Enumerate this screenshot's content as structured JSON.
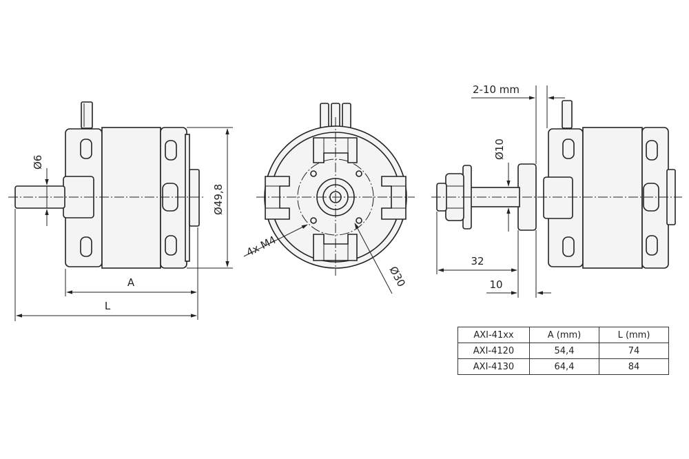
{
  "labels": {
    "shaft_diameter": "Ø6",
    "motor_diameter": "Ø49,8",
    "length_a": "A",
    "length_l": "L",
    "mount_screws": "4x M4",
    "bolt_circle": "Ø30",
    "mount_range": "2-10 mm",
    "prop_shaft_diameter": "Ø10",
    "prop_shaft_length": "32",
    "adapter_length": "10"
  },
  "table": {
    "header": [
      "AXI-41xx",
      "A (mm)",
      "L (mm)"
    ],
    "rows": [
      [
        "AXI-4120",
        "54,4",
        "74"
      ],
      [
        "AXI-4130",
        "64,4",
        "84"
      ]
    ]
  }
}
